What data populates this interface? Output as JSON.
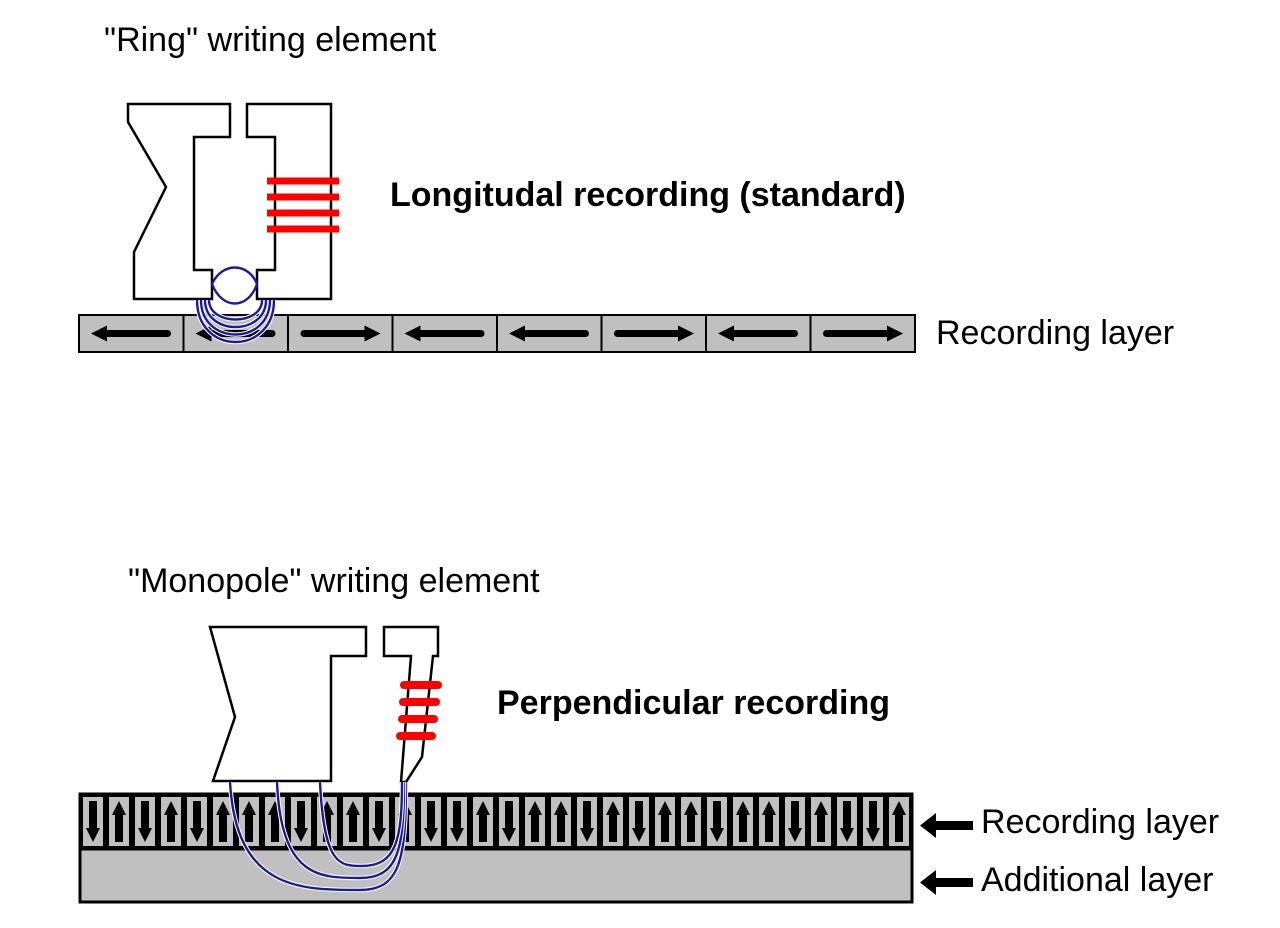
{
  "diagram": {
    "title_top": "\"Ring\" writing element",
    "longitudinal_label": "Longitudal recording (standard)",
    "recording_layer_top_label": "Recording layer",
    "title_bottom": "\"Monopole\" writing element",
    "perpendicular_label": "Perpendicular recording",
    "recording_layer_bottom_label": "Recording layer",
    "additional_layer_label": "Additional layer",
    "longitudinal_bits": [
      "left",
      "left",
      "right",
      "left",
      "left",
      "right",
      "left",
      "right"
    ],
    "perpendicular_bits": [
      "down",
      "up",
      "down",
      "up",
      "down",
      "up",
      "up",
      "up",
      "down",
      "up",
      "up",
      "down",
      "up",
      "down",
      "down",
      "up",
      "down",
      "up",
      "up",
      "down",
      "up",
      "down",
      "up",
      "up",
      "down",
      "up",
      "up",
      "down",
      "up",
      "down",
      "down",
      "up"
    ],
    "colors": {
      "layer_fill": "#c0c0c0",
      "coil": "#ff0000",
      "field_line": "#1a1aa0"
    }
  }
}
